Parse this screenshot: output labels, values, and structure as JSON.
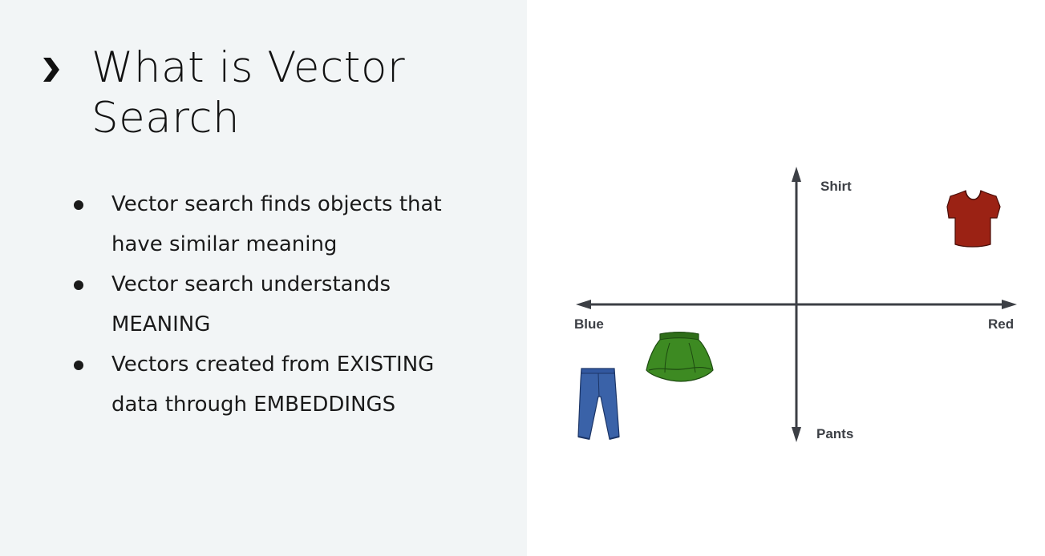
{
  "slide": {
    "title": "What is Vector Search",
    "bullets": [
      "Vector search finds objects that have similar meaning",
      "Vector search understands MEANING",
      "Vectors created from EXISTING data through EMBEDDINGS"
    ]
  },
  "diagram": {
    "axes": {
      "top": "Shirt",
      "bottom": "Pants",
      "left": "Blue",
      "right": "Red"
    },
    "items": [
      {
        "name": "red-shirt",
        "color": "#9b2214"
      },
      {
        "name": "green-skirt",
        "color": "#3d8a22"
      },
      {
        "name": "blue-jeans",
        "color": "#3a62a8"
      }
    ],
    "axis_color": "#3c3f45"
  }
}
